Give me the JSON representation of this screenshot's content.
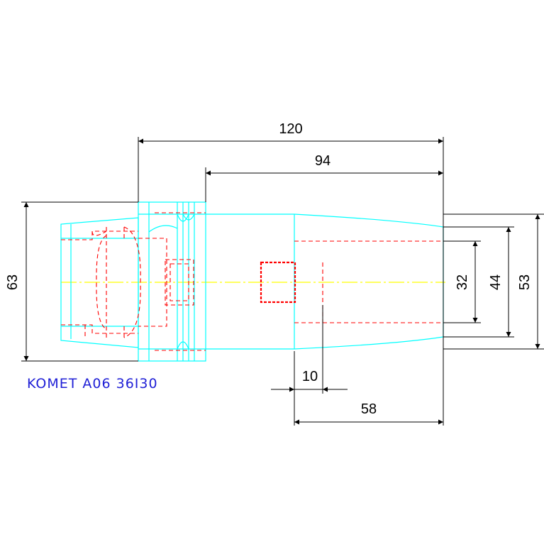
{
  "drawing": {
    "caption": "KOMET A06 36I30",
    "dimensions": {
      "overall_length": "120",
      "shank_length": "94",
      "flange_diameter": "63",
      "bore_diameter": "32",
      "inner_diameter": "44",
      "nose_diameter": "53",
      "pocket_width": "10",
      "bore_depth": "58"
    },
    "colors": {
      "outline": "#00ffff",
      "hidden_line": "#ff0000",
      "center_line": "#ffff00",
      "dimension": "#000000",
      "caption": "#1f1fd6"
    }
  }
}
